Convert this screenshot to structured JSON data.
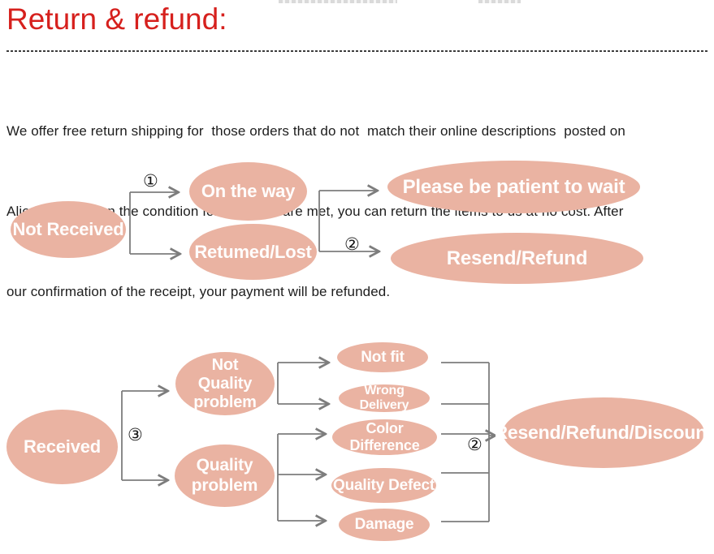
{
  "title": "Return & refund:",
  "intro": {
    "lines": [
      "We offer free return shipping for  those orders that do not  match their online descriptions  posted on",
      "Aliexpress. When the condition for the claim are met, you can return the items to us at no cost. After",
      "our confirmation of the receipt, your payment will be refunded."
    ]
  },
  "flow1": {
    "step1": "①",
    "step2": "②",
    "not_received": "Not Received",
    "on_the_way": "On the way",
    "returned_lost": "Retumed/Lost",
    "please_wait": "Please be patient to wait",
    "resend_refund": "Resend/Refund"
  },
  "flow2": {
    "step3": "③",
    "step2": "②",
    "received": "Received",
    "not_quality_problem": "Not\nQuality\nproblem",
    "quality_problem": "Quality\nproblem",
    "not_fit": "Not fit",
    "wrong_delivery": "Wrong Delivery",
    "color_difference": "Color Difference",
    "quality_defect": "Quality Defect",
    "damage": "Damage",
    "resend_refund_discount": "Resend/Refund/Discount"
  },
  "colors": {
    "title_red": "#d6201d",
    "node_fill": "#eab3a2",
    "node_text": "#ffffff",
    "connector_gray": "#7d7d7d",
    "body_text": "#1d1d1d",
    "divider": "#3c3c3c"
  }
}
